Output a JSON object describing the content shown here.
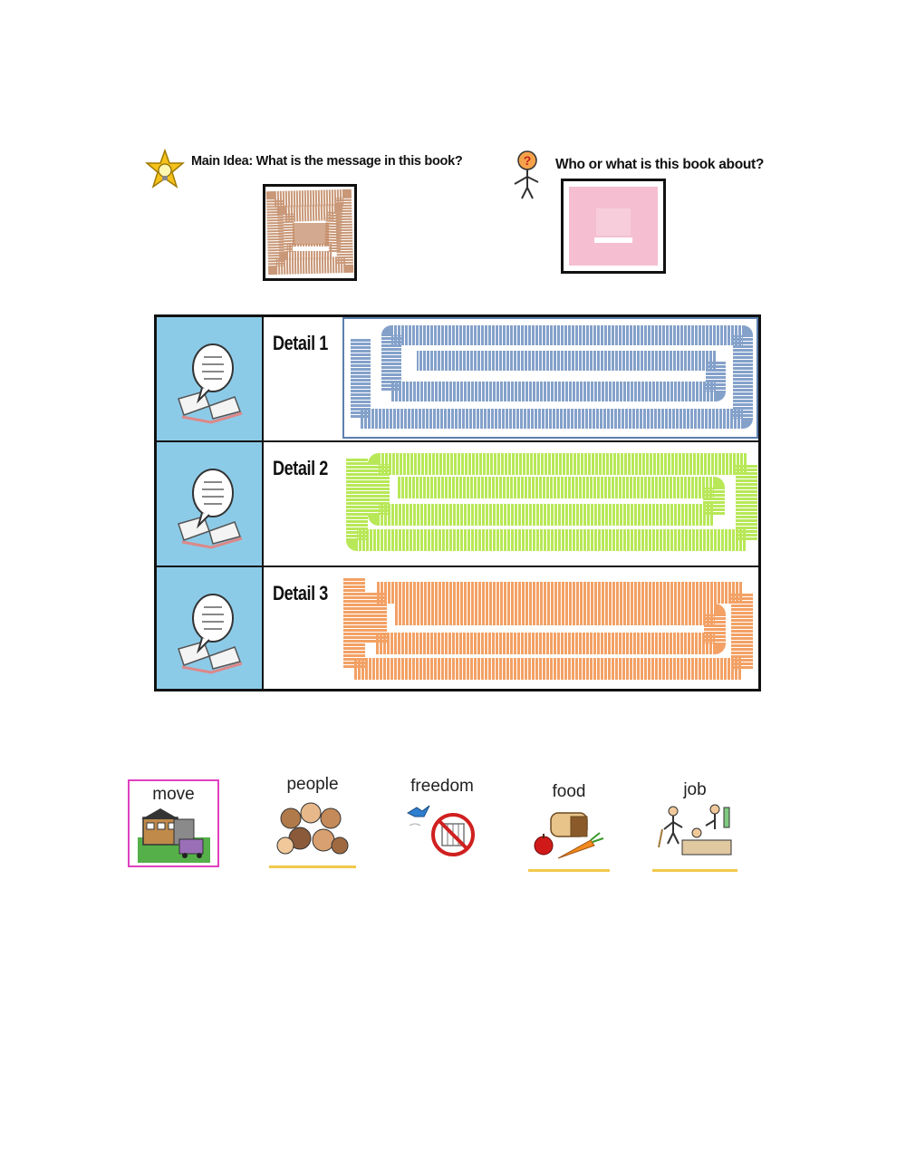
{
  "prompts": {
    "main_idea": "Main Idea: What is the message in this book?",
    "who_what": "Who or what is this book about?"
  },
  "details": [
    {
      "label": "Detail 1",
      "color": "#5b82b8"
    },
    {
      "label": "Detail 2",
      "color": "#a6e22e"
    },
    {
      "label": "Detail 3",
      "color": "#f08a3e"
    }
  ],
  "answer_colors": {
    "main_idea": "#c08660",
    "who_what": "#f1a8c2"
  },
  "word_bank": [
    {
      "word": "move",
      "icon": "house-moving-truck-icon",
      "selected": true,
      "accent": "#e040c0"
    },
    {
      "word": "people",
      "icon": "group-of-faces-icon"
    },
    {
      "word": "freedom",
      "icon": "bird-and-no-cage-icon"
    },
    {
      "word": "food",
      "icon": "bread-apple-carrot-icon"
    },
    {
      "word": "job",
      "icon": "workers-icon"
    }
  ]
}
